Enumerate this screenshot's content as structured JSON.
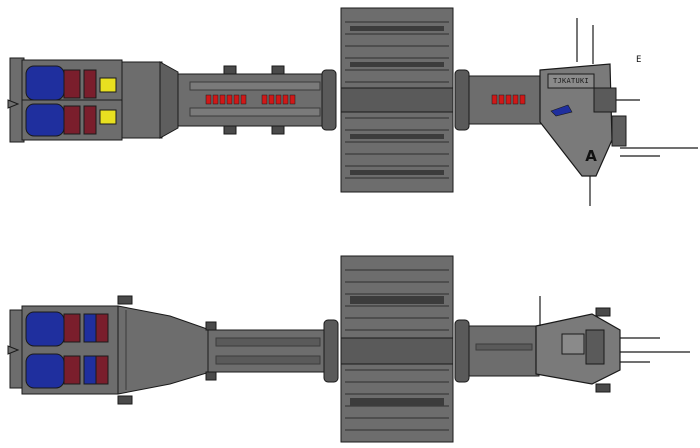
{
  "hull_label": "A",
  "registry_text": "TJKATUKI",
  "scale_mark": "Е",
  "colors": {
    "background": "#ffffff",
    "hull": "#6d6d6d",
    "hull_light": "#8a8a8a",
    "hull_dark": "#3c3c3c",
    "engine_blue": "#1f2f9e",
    "engine_red": "#7a1e2c",
    "window_red": "#d01818",
    "light_yellow": "#e8e020",
    "outline": "#1a1a1a"
  }
}
